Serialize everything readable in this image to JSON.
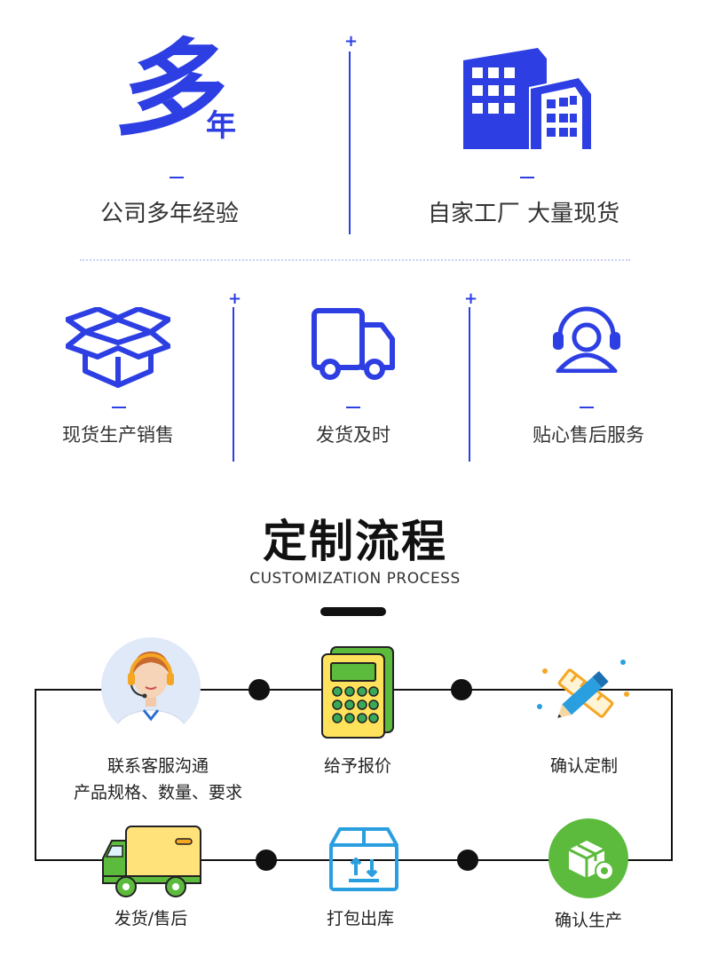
{
  "top": {
    "big_char": "多",
    "small_char": "年",
    "feature_left": "公司多年经验",
    "feature_right": "自家工厂 大量现货"
  },
  "services": [
    {
      "label": "现货生产销售",
      "icon": "box-icon"
    },
    {
      "label": "发货及时",
      "icon": "truck-icon"
    },
    {
      "label": "贴心售后服务",
      "icon": "headset-icon"
    }
  ],
  "process": {
    "title": "定制流程",
    "subtitle": "CUSTOMIZATION PROCESS",
    "steps": [
      {
        "line1": "联系客服沟通",
        "line2": "产品规格、数量、要求",
        "icon": "customer-service-avatar-icon"
      },
      {
        "line1": "给予报价",
        "icon": "calculator-icon"
      },
      {
        "line1": "确认定制",
        "icon": "pencil-ruler-icon"
      },
      {
        "line1": "发货/售后",
        "icon": "delivery-truck-icon"
      },
      {
        "line1": "打包出库",
        "icon": "package-box-icon"
      },
      {
        "line1": "确认生产",
        "icon": "production-box-gear-icon"
      }
    ]
  },
  "colors": {
    "accent_blue": "#2d3fe3",
    "process_green": "#5cba3c",
    "process_sky": "#2a9fe0",
    "process_orange": "#f5a623"
  }
}
